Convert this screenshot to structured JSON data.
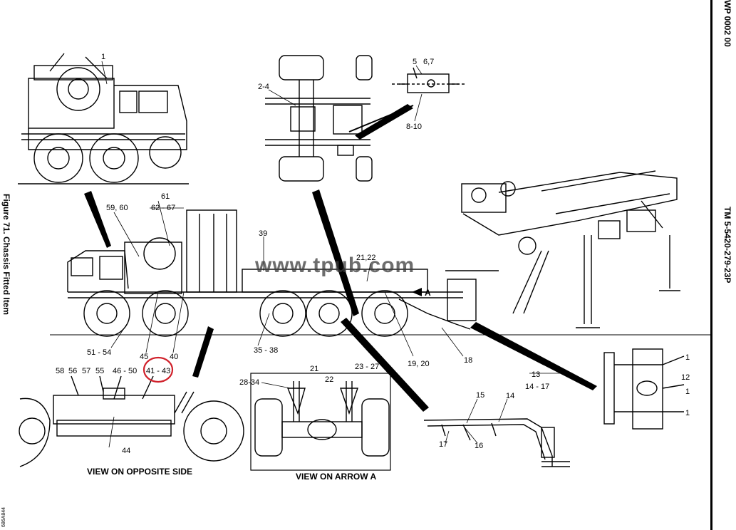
{
  "header": {
    "wp_number": "WP 0002 00",
    "tm_number": "TM 5-5420-279-23P",
    "figure_title": "Figure 71. Chassis Fitted Item"
  },
  "watermark": "www.tpub.com",
  "drawing_id": "686A844",
  "captions": {
    "opposite_side": "VIEW ON OPPOSITE SIDE",
    "arrow_a": "VIEW ON ARROW A",
    "arrow_marker": "A"
  },
  "callouts": {
    "c1": "1",
    "c2_4": "2-4",
    "c5": "5",
    "c6_7": "6,7",
    "c8_10": "8-10",
    "c59_60": "59, 60",
    "c61": "61",
    "c62_67": "62 - 67",
    "c39": "39",
    "c21_22_top": "21,22",
    "c51_54": "51 - 54",
    "c45": "45",
    "c40": "40",
    "c35_38": "35 - 38",
    "c19_20": "19, 20",
    "c18": "18",
    "c58": "58",
    "c56": "56",
    "c57": "57",
    "c55": "55",
    "c46_50": "46 - 50",
    "c41_43": "41 - 43",
    "c44": "44",
    "c28_34": "28-34",
    "c21": "21",
    "c22": "22",
    "c23_27": "23 - 27",
    "c13": "13",
    "c14_17": "14 - 17",
    "c15": "15",
    "c14": "14",
    "c17": "17",
    "c16": "16",
    "c12": "12",
    "c1a": "1",
    "c1b": "1",
    "c1c": "1"
  },
  "highlight": {
    "color": "#d0202a",
    "target": "41 - 43"
  }
}
